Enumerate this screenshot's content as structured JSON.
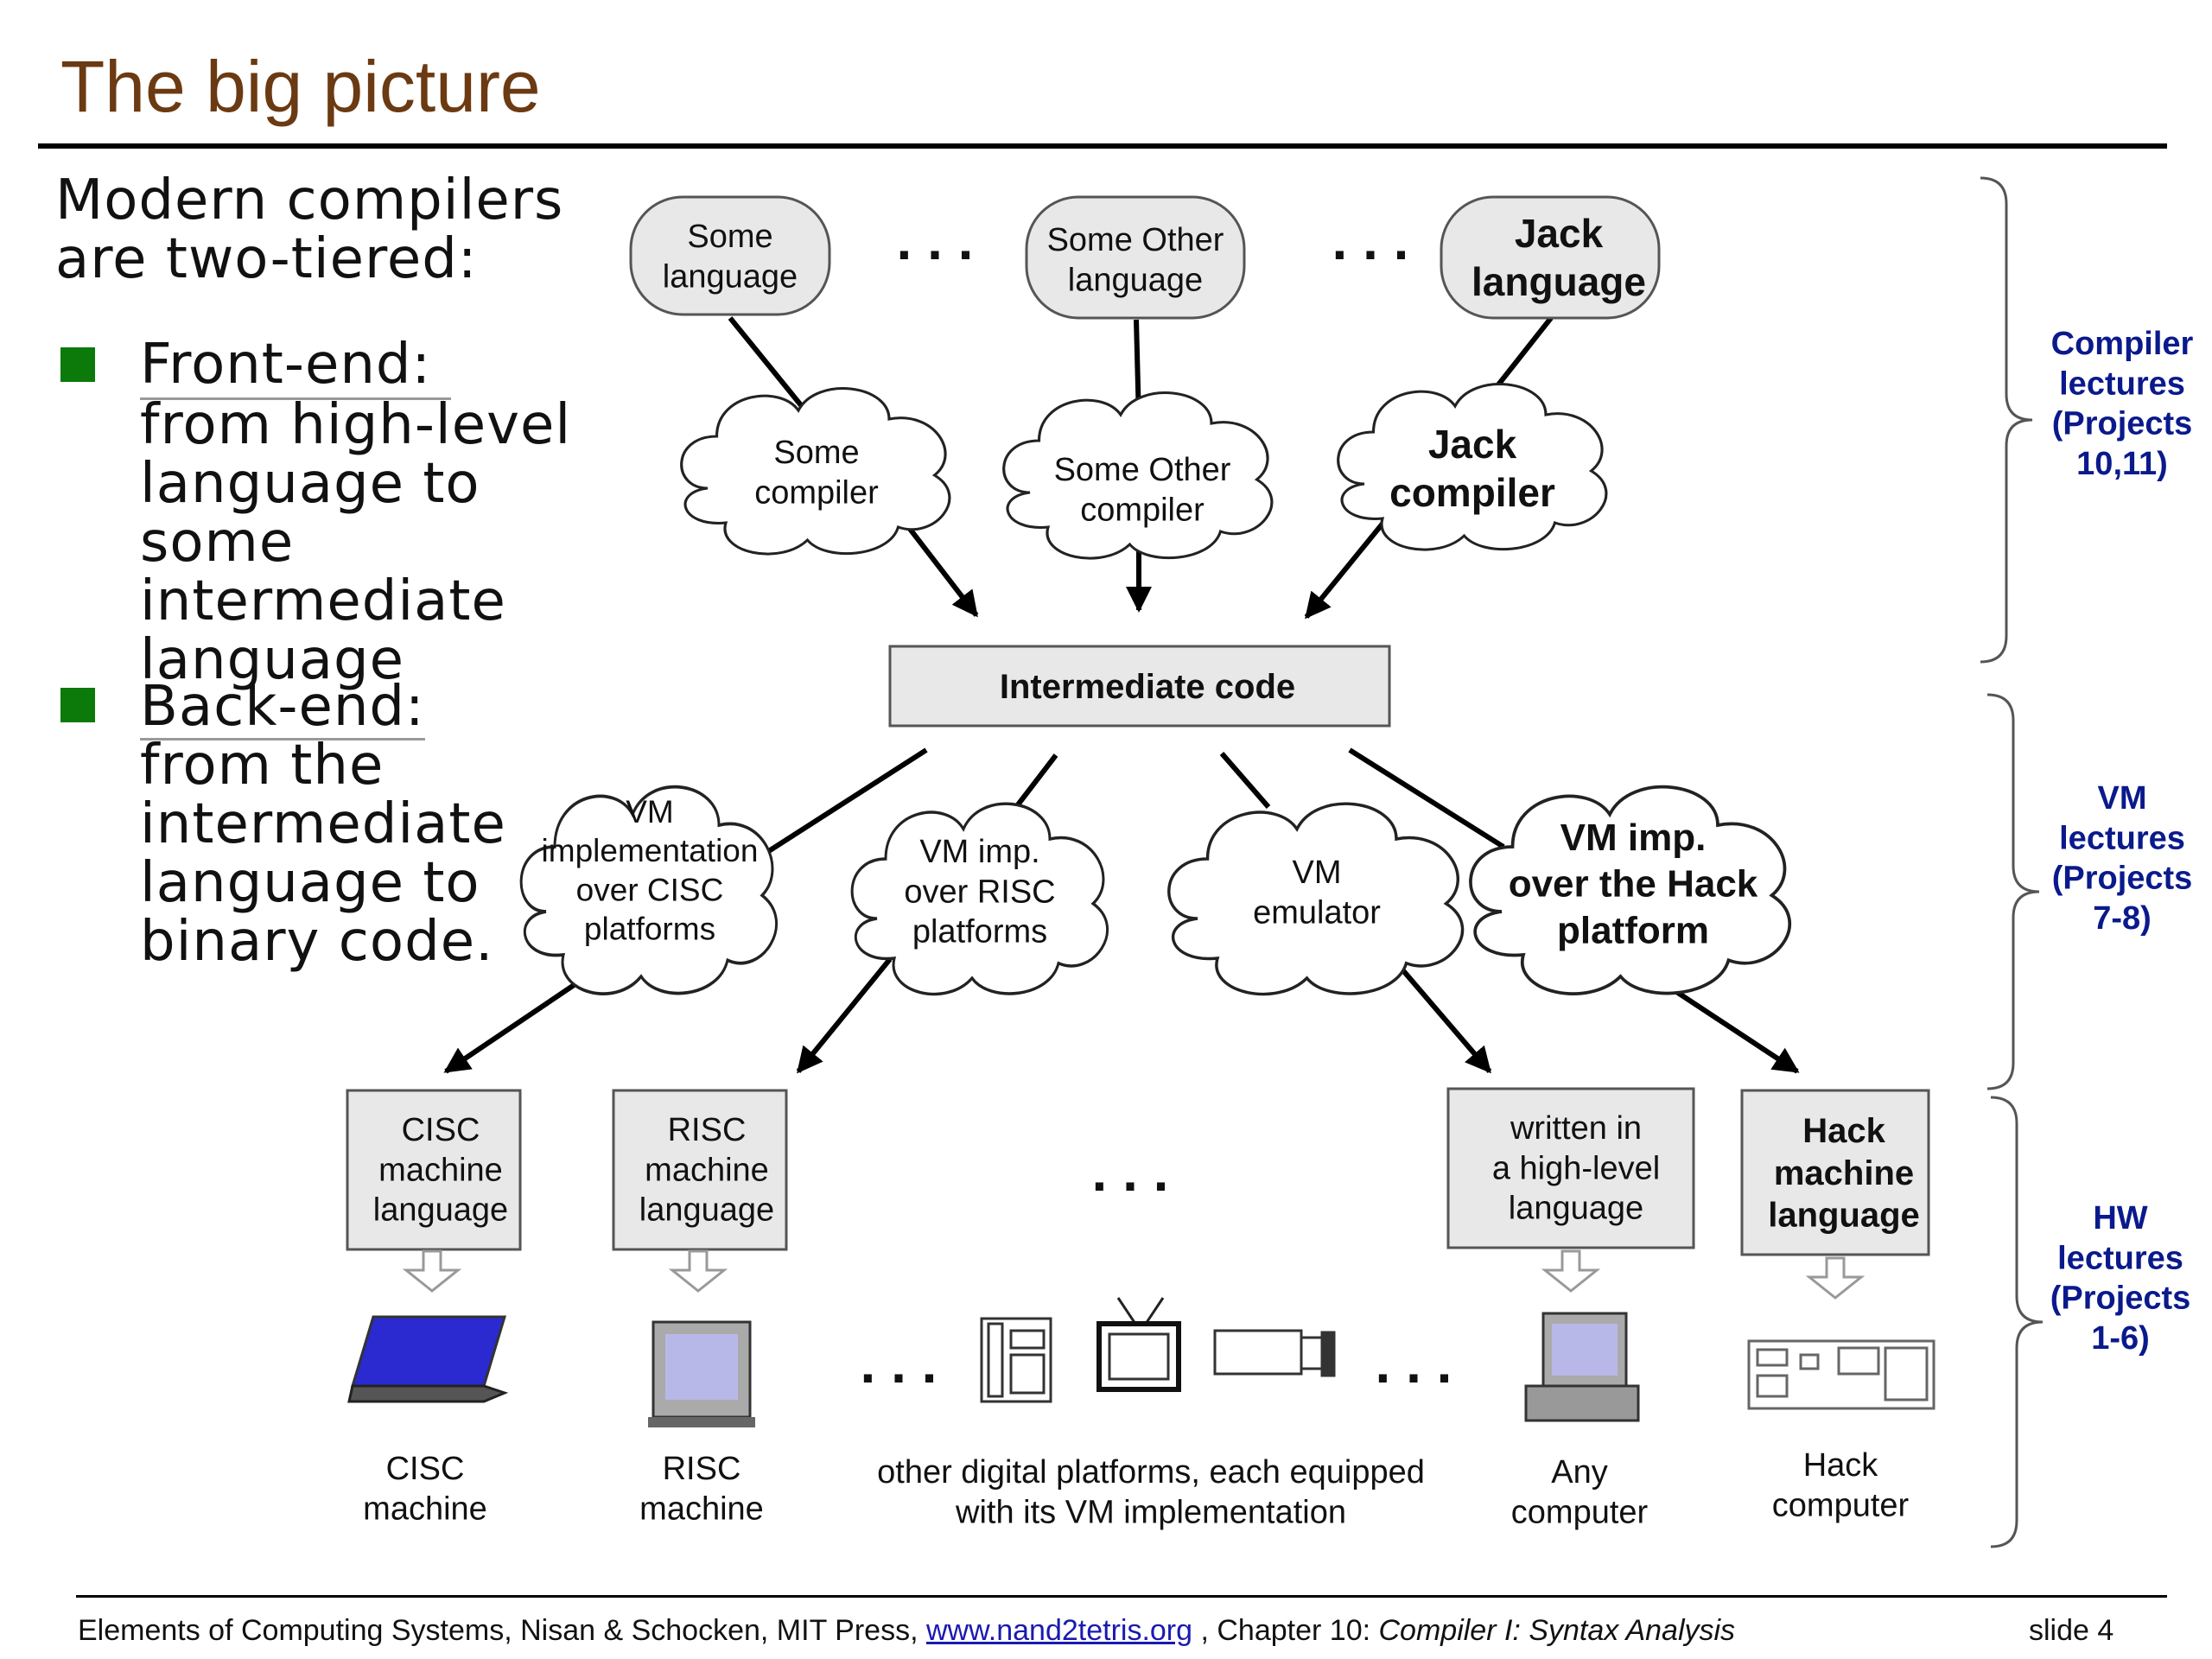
{
  "title": "The big picture",
  "intro": "Modern compilers\nare two-tiered:",
  "bullets": {
    "front_head": "Front-end:",
    "front_text": "from high-level\nlanguage to some\nintermediate\nlanguage",
    "back_head": "Back-end:",
    "back_text": "from the\nintermediate\nlanguage to\nbinary code."
  },
  "languages": [
    "Some\nlanguage",
    "Some Other\nlanguage",
    "Jack\nlanguage"
  ],
  "compilers": [
    "Some\ncompiler",
    "Some Other\ncompiler",
    "Jack\ncompiler"
  ],
  "intermediate": "Intermediate code",
  "vm_impls": [
    "VM\nimplementation\nover CISC\nplatforms",
    "VM imp.\nover RISC\nplatforms",
    "VM\nemulator",
    "VM imp.\nover the Hack\nplatform"
  ],
  "machine_langs": [
    "CISC\nmachine\nlanguage",
    "RISC\nmachine\nlanguage",
    "written in\na high-level\nlanguage",
    "Hack\nmachine\nlanguage"
  ],
  "devices": [
    "CISC\nmachine",
    "RISC\nmachine",
    "other digital platforms, each equipped\nwith its VM implementation",
    "Any\ncomputer",
    "Hack\ncomputer"
  ],
  "ellipsis": ". . .",
  "side": {
    "compiler": "Compiler\nlectures\n\n(Projects\n10,11)",
    "vm": "VM\nlectures\n\n(Projects\n7-8)",
    "hw": "HW\nlectures\n\n(Projects\n1-6)"
  },
  "footer": {
    "prefix": "Elements of Computing Systems, Nisan & Schocken, MIT Press,",
    "link": "www.nand2tetris.org",
    "suffix": ", Chapter 10:",
    "chapter": "Compiler I: Syntax Analysis",
    "slide": "slide 4"
  },
  "colors": {
    "title": "#6b3a12",
    "bullet": "#0b7a0b",
    "side": "#0a1a8c",
    "box_fill": "#e8e8e8"
  }
}
